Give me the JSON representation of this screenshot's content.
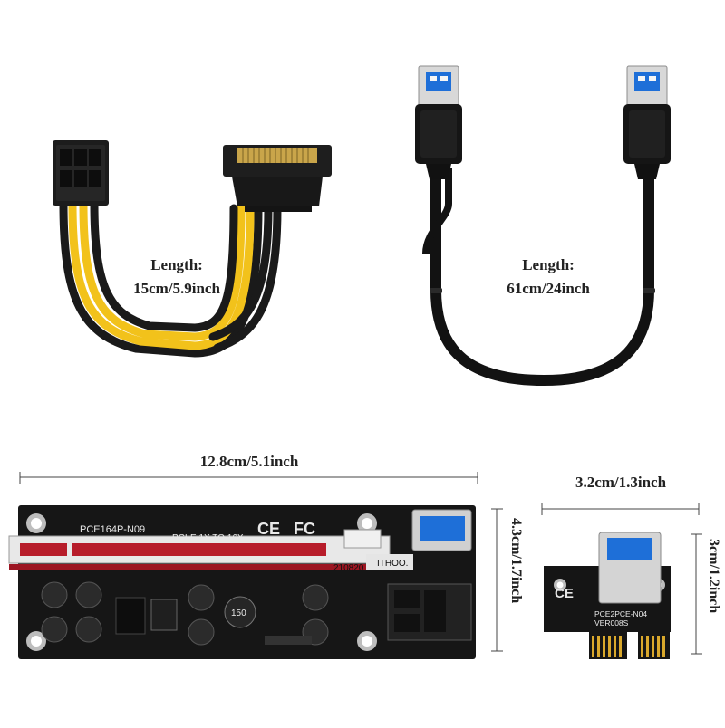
{
  "sata_cable": {
    "length_heading": "Length:",
    "length_value": "15cm/5.9inch"
  },
  "usb_cable": {
    "length_heading": "Length:",
    "length_value": "61cm/24inch"
  },
  "riser_board": {
    "width_dimension": "12.8cm/5.1inch",
    "height_dimension": "4.3cm/1.7inch",
    "model": "PCE164P-N09",
    "slot_text": "PCI-E 1X TO 16X",
    "code": "210820",
    "maker": "ITHOO.",
    "inductor": "150",
    "cert_ce": "CE",
    "cert_fc": "FC"
  },
  "adapter_card": {
    "width_dimension": "3.2cm/1.3inch",
    "height_dimension": "3cm/1.2inch",
    "model": "PCE2PCE-N04",
    "version": "VER008S",
    "cert_ce": "CE"
  },
  "colors": {
    "wire_yellow": "#f2c21b",
    "wire_black": "#1a1a1a",
    "pcb": "#161616",
    "slot_red": "#b71c2a",
    "gold": "#d9a82c"
  }
}
